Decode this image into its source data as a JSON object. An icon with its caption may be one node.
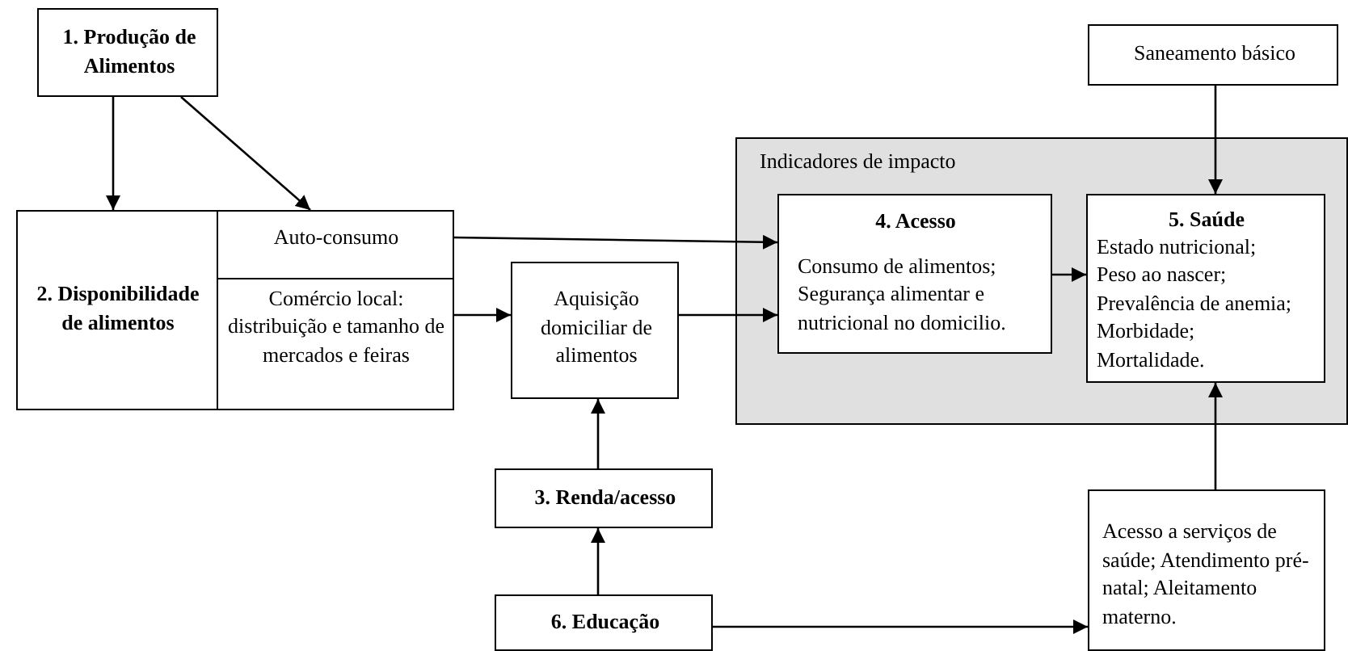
{
  "diagram": {
    "nodes": [
      {
        "text": [
          "1. Produção de Alimentos"
        ]
      },
      {
        "text": [
          "2. Disponibilidade de alimentos"
        ]
      },
      {
        "text": [
          "Auto-consumo"
        ],
        "in": 1
      },
      {
        "text": [
          "Comércio local: distribuição e tamanho de mercados e feiras"
        ],
        "in": 1
      },
      {
        "text": [
          "Aquisição domiciliar de alimentos"
        ]
      },
      {
        "text": [
          "Indicadores de impacto"
        ]
      },
      {
        "text": [
          "4. Acesso",
          "Consumo de alimentos; Segurança alimentar  e nutricional no domicilio."
        ],
        "in": 5
      },
      {
        "text": [
          "5. Saúde",
          "Estado nutricional; Peso ao nascer; Prevalência de anemia; Morbidade; Mortalidade."
        ],
        "in": 5
      },
      {
        "text": [
          "Saneamento básico"
        ]
      },
      {
        "text": [
          "3. Renda/acesso"
        ]
      },
      {
        "text": [
          "6. Educação"
        ]
      },
      {
        "text": [
          "Acesso a serviços de saúde; Atendimento pré-natal; Aleitamento materno."
        ]
      }
    ],
    "edges": [
      {
        "from": 0,
        "to": 1,
        "arrow": "to"
      },
      {
        "from": 0,
        "to": 2,
        "arrow": "to"
      },
      {
        "from": 2,
        "to": 6,
        "arrow": "to"
      },
      {
        "from": 3,
        "to": 4,
        "arrow": "to"
      },
      {
        "from": 4,
        "to": 6,
        "arrow": "to"
      },
      {
        "from": 6,
        "to": 7,
        "arrow": "to"
      },
      {
        "from": 8,
        "to": 7,
        "arrow": "to"
      },
      {
        "from": 9,
        "to": 4,
        "arrow": "to"
      },
      {
        "from": 10,
        "to": 9,
        "arrow": "to"
      },
      {
        "from": 10,
        "to": 11,
        "arrow": "to"
      },
      {
        "from": 11,
        "to": 7,
        "arrow": "to"
      }
    ]
  }
}
